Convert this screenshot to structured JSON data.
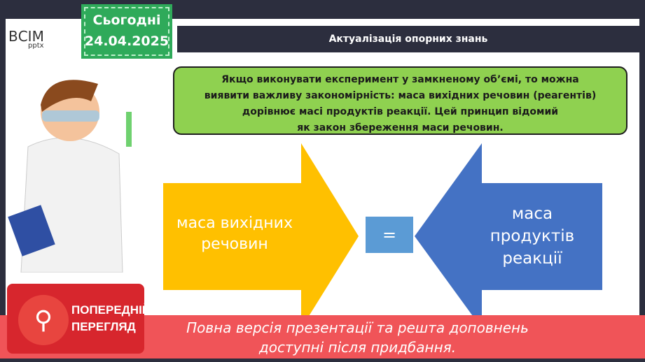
{
  "logo": {
    "name": "ВСІМ",
    "sub": "pptx"
  },
  "date": {
    "label": "Сьогодні",
    "value": "24.04.2025"
  },
  "title": "Актуалізація опорних знань",
  "info_lines": [
    "Якщо виконувати експеримент у замкненому об’ємі, то можна",
    "виявити важливу закономірність: маса вихідних речовин (реагентів)",
    "дорівнює масі продуктів реакції. Цей принцип відомий",
    "як закон збереження маси речовин."
  ],
  "left_arrow": {
    "lines": [
      "маса вихідних",
      "речовин"
    ],
    "color": "#ffc000"
  },
  "equals": "=",
  "right_arrow": {
    "lines": [
      "маса",
      "продуктів",
      "реакції"
    ],
    "color": "#4472c4"
  },
  "preview_badge": {
    "lines": [
      "ПОПЕРЕДНІЙ",
      "ПЕРЕГЛЯД"
    ]
  },
  "banner": {
    "lines": [
      "Повна версія презентації та решта доповнень",
      "доступні після придбання."
    ]
  }
}
